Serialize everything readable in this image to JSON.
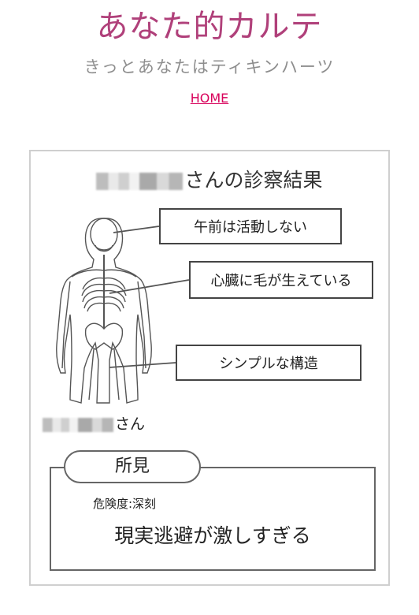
{
  "header": {
    "title": "あなた的カルテ",
    "subtitle": "きっとあなたはティキンハーツ",
    "home_link": "HOME"
  },
  "result": {
    "heading_suffix": "さんの診察結果",
    "person_suffix": "さん",
    "callouts": [
      "午前は活動しない",
      "心臓に毛が生えている",
      "シンプルな構造"
    ],
    "findings": {
      "label": "所見",
      "risk": "危険度:深刻",
      "verdict": "現実逃避が激しすぎる"
    }
  },
  "colors": {
    "title": "#b0407a",
    "subtitle": "#8e8e8e",
    "link": "#d8005a"
  }
}
